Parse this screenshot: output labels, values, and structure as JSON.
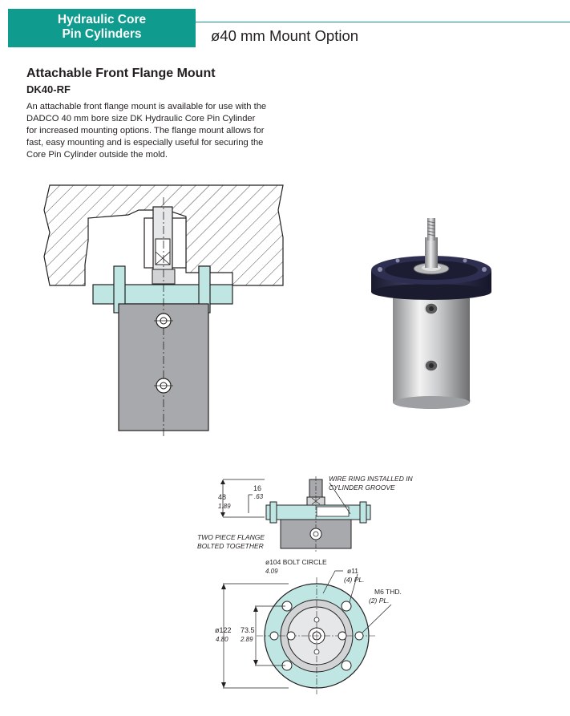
{
  "header": {
    "tab_line1": "Hydraulic Core",
    "tab_line2": "Pin Cylinders",
    "title": "ø40 mm Mount Option"
  },
  "section": {
    "title": "Attachable Front Flange Mount",
    "code": "DK40-RF",
    "body": "An attachable front flange mount is available for use with the DADCO 40 mm bore size DK Hydraulic Core Pin Cylinder for increased mounting options.  The flange mount allows for fast, easy mounting and is especially useful for securing the Core Pin Cylinder outside the mold."
  },
  "drawing": {
    "dim_height": "48",
    "dim_height_in": "1.89",
    "dim_offset": "16",
    "dim_offset_in": ".63",
    "wire_ring_1": "WIRE RING INSTALLED IN",
    "wire_ring_2": "CYLINDER GROOVE",
    "flange_note_1": "TWO PIECE FLANGE",
    "flange_note_2": "BOLTED TOGETHER",
    "bolt_circle": "ø104 BOLT CIRCLE",
    "bolt_circle_in": "4.09",
    "hole_dia": "ø11",
    "hole_count": "(4) PL.",
    "thread": "M6 THD.",
    "thread_count": "(2) PL.",
    "flange_dia": "ø122",
    "flange_dia_in": "4.80",
    "pitch": "73.5",
    "pitch_in": "2.89"
  },
  "colors": {
    "accent": "#0f9b8e",
    "flange": "#bfe6e3",
    "body_gray": "#a7a9ac"
  }
}
